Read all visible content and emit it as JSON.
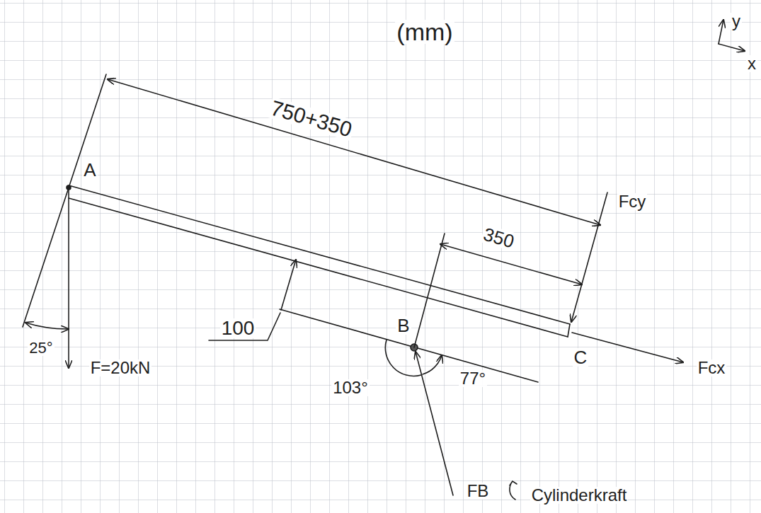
{
  "diagram": {
    "labels": [
      "(mm)",
      "y",
      "x",
      "750+350",
      "A",
      "350",
      "Fcy",
      "100",
      "B",
      "C",
      "25°",
      "F=20kN",
      "103°",
      "77°",
      "Fcx",
      "FB",
      "Cylinderkraft"
    ]
  }
}
